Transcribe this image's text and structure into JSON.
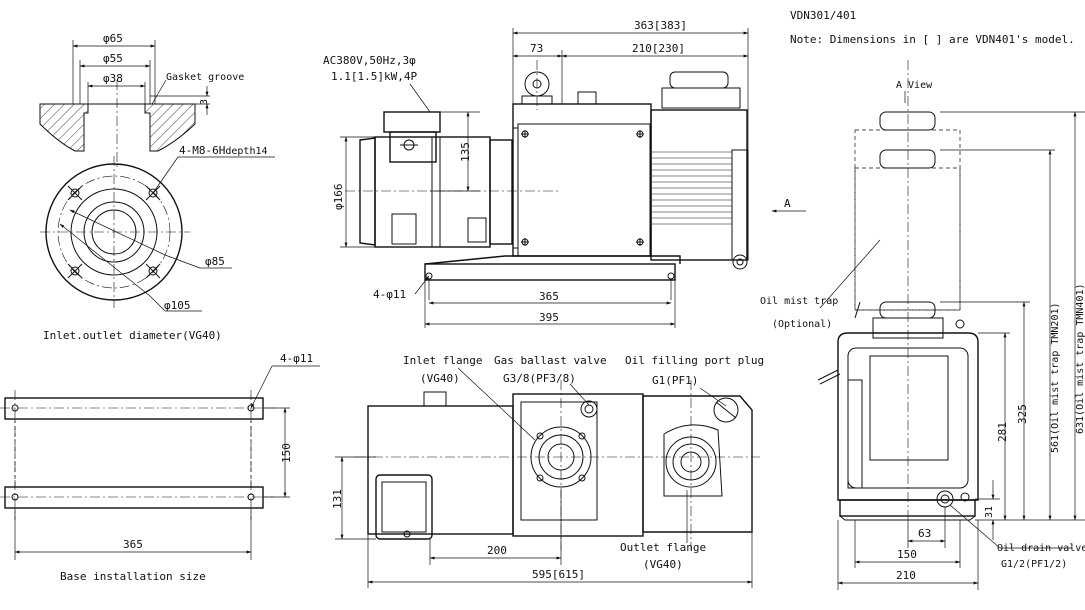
{
  "header": {
    "model": "VDN301/401",
    "note": "Note: Dimensions in [ ] are VDN401's model."
  },
  "flange_detail": {
    "d65": "φ65",
    "d55": "φ55",
    "d38": "φ38",
    "gasket": "Gasket groove",
    "depth3": "3",
    "bolts": "4-M8-6H",
    "bolts_depth": "depth14",
    "d85": "φ85",
    "d105": "φ105",
    "caption": "Inlet.outlet diameter(VG40)"
  },
  "base_detail": {
    "holes": "4-φ11",
    "d150": "150",
    "d365": "365",
    "caption": "Base installation size"
  },
  "front_view": {
    "power1": "AC380V,50Hz,3φ",
    "power2": "1.1[1.5]kW,4P",
    "d363": "363[383]",
    "d73": "73",
    "d210": "210[230]",
    "d135": "135",
    "d166": "φ166",
    "holes": "4-φ11",
    "d365": "365",
    "d395": "395",
    "arrow_a": "A"
  },
  "top_view": {
    "inlet_flange": "Inlet flange",
    "inlet_vg": "(VG40)",
    "gas_ballast": "Gas ballast valve",
    "gas_ballast_size": "G3/8(PF3/8)",
    "oil_fill": "Oil filling port plug",
    "oil_fill_size": "G1(PF1)",
    "outlet_flange": "Outlet flange",
    "outlet_vg": "(VG40)",
    "d131": "131",
    "d200": "200",
    "d595": "595[615]"
  },
  "side_view": {
    "title": "A View",
    "oil_mist": "Oil mist trap",
    "optional": "(Optional)",
    "d561": "561(Oil mist trap TMN201)",
    "d631": "631(Oil mist trap TMN401)",
    "d325": "325",
    "d281": "281",
    "d31": "31",
    "d63": "63",
    "d150": "150",
    "d210": "210",
    "oil_drain": "Oil drain valve",
    "oil_drain_size": "G1/2(PF1/2)"
  }
}
